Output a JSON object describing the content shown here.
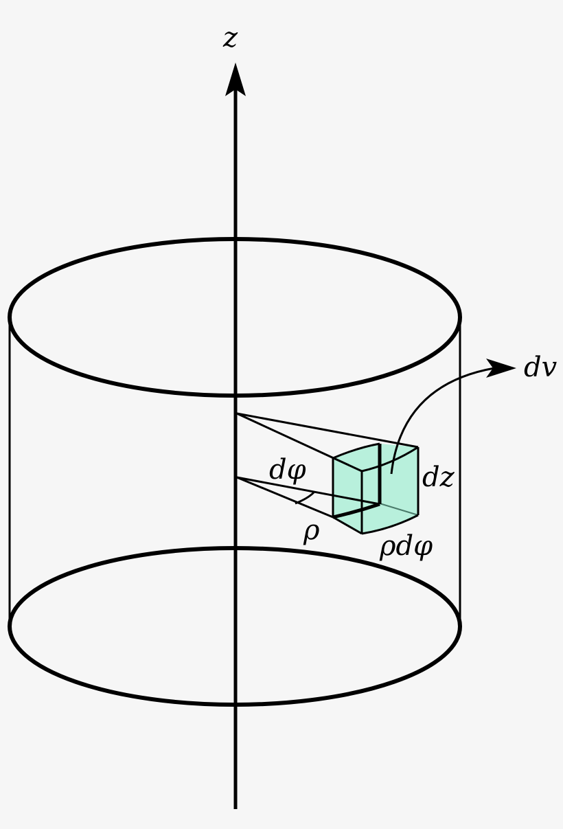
{
  "labels": {
    "z_axis": "z",
    "volume_element": "dv",
    "angle": "dφ",
    "height": "dz",
    "radius": "ρ",
    "arc_length": "ρdφ"
  },
  "colors": {
    "background": "#f6f6f6",
    "stroke": "#000000",
    "volume_fill": "#b8f0dc"
  }
}
